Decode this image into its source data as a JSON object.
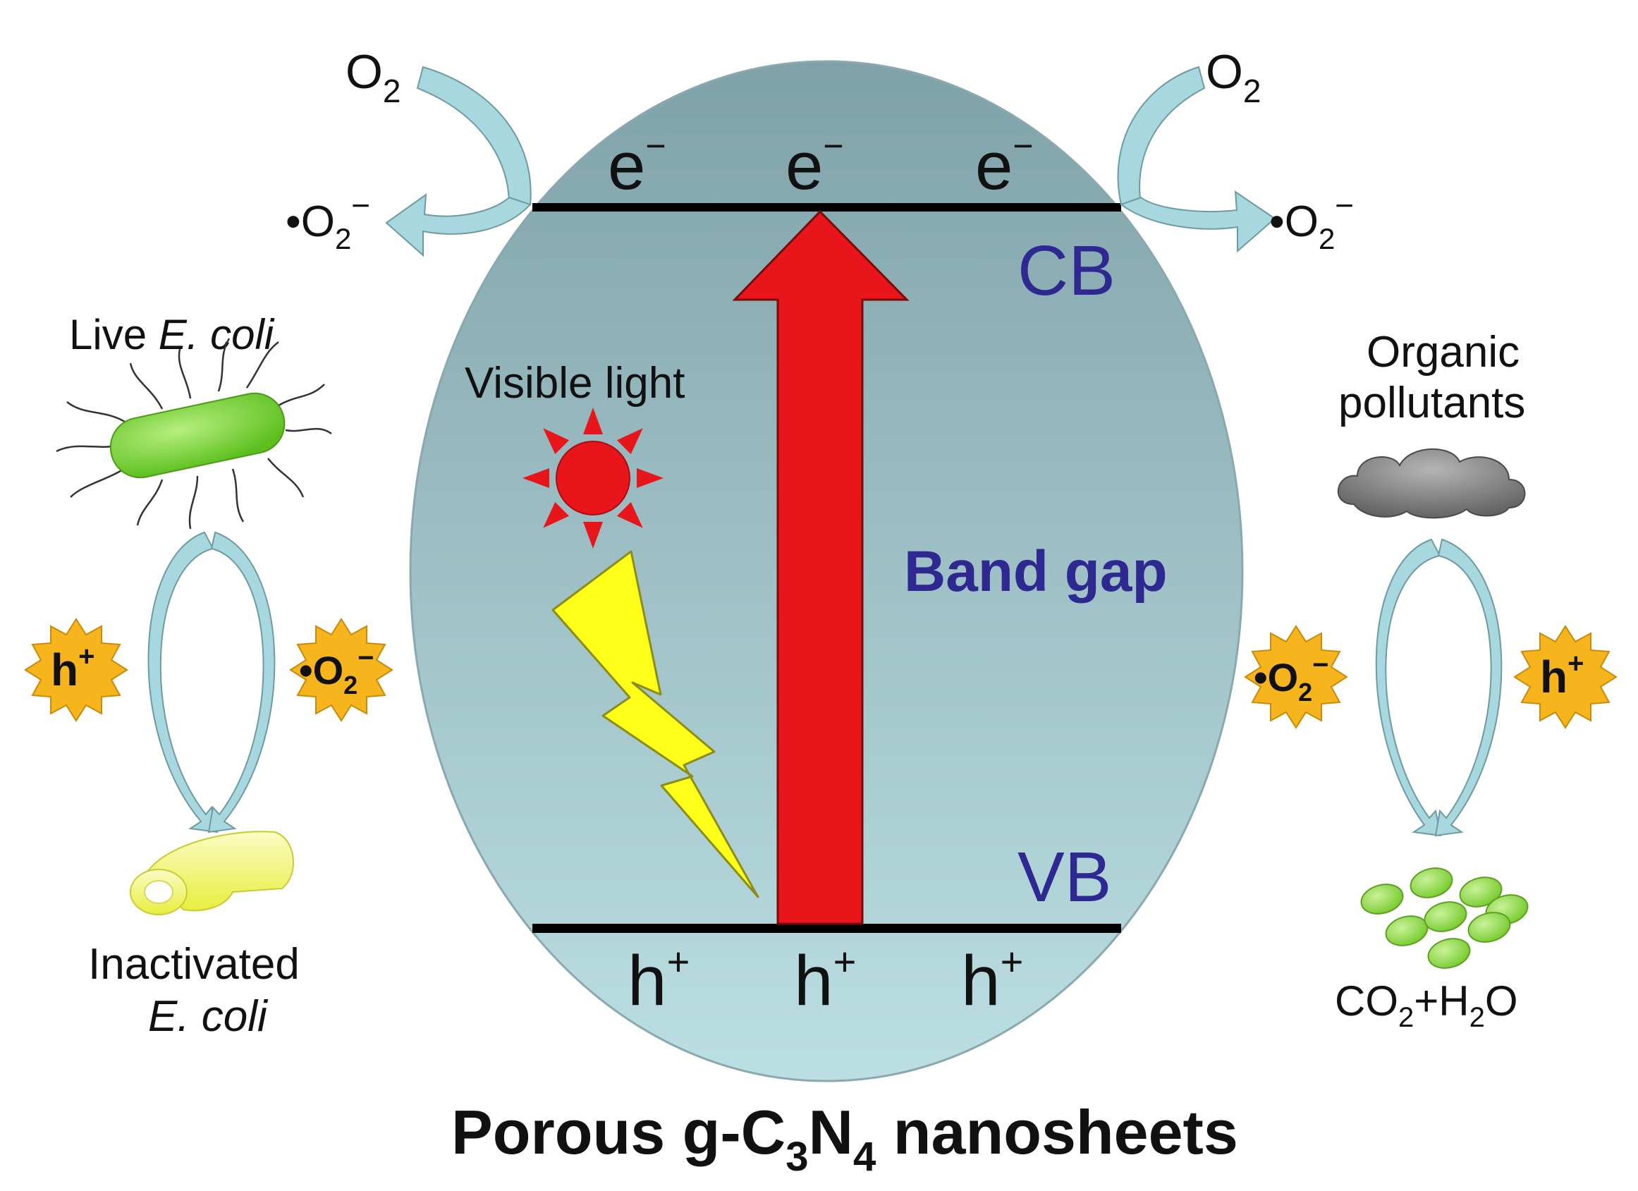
{
  "colors": {
    "background": "#ffffff",
    "ellipse_top": "#7fa1a8",
    "ellipse_bottom": "#bcdfe3",
    "band_line": "#000000",
    "band_label": "#2e2891",
    "excitation_arrow": "#e8161b",
    "sun": "#e8161b",
    "lightning": "#ffff1a",
    "curved_arrow": "#a8d8df",
    "burst": "#f6b51d",
    "live_bacterium": "#6acc2a",
    "inactivated_bacterium": "#eef25a",
    "pollutant_cloud": "#6f6f6f",
    "product_dots": "#8cd63a"
  },
  "icons": [
    "sun-icon",
    "lightning-icon",
    "bacterium-icon",
    "cloud-icon",
    "burst-icon",
    "curved-arrow-icon"
  ],
  "band": {
    "cb_label": "CB",
    "vb_label": "VB",
    "gap_label": "Band gap",
    "electrons": [
      "e",
      "e",
      "e"
    ],
    "electron_sup": "−",
    "holes": [
      "h",
      "h",
      "h"
    ],
    "hole_sup": "+"
  },
  "light": {
    "label": "Visible light"
  },
  "oxygen": {
    "left_o": "O",
    "left_o_sub": "2",
    "left_radical": "•O",
    "left_radical_sub": "2",
    "left_radical_sup": "−",
    "right_o": "O",
    "right_o_sub": "2",
    "right_radical": "•O",
    "right_radical_sub": "2",
    "right_radical_sup": "−"
  },
  "left_cycle": {
    "live_label": "Live ",
    "live_species": "E. coli",
    "h_plus": "h",
    "h_plus_sup": "+",
    "radical": "•O",
    "radical_sub": "2",
    "radical_sup": "−",
    "inactivated_line1": "Inactivated",
    "inactivated_species": "E. coli"
  },
  "right_cycle": {
    "pollutant_line1": "Organic",
    "pollutant_line2": "pollutants",
    "radical": "•O",
    "radical_sub": "2",
    "radical_sup": "−",
    "h_plus": "h",
    "h_plus_sup": "+",
    "product_co": "CO",
    "product_co_sub": "2",
    "product_plus_h": "+H",
    "product_h_sub": "2",
    "product_o": "O"
  },
  "caption": {
    "prefix": "Porous g-C",
    "sub1": "3",
    "mid": "N",
    "sub2": "4",
    "suffix": " nanosheets"
  }
}
